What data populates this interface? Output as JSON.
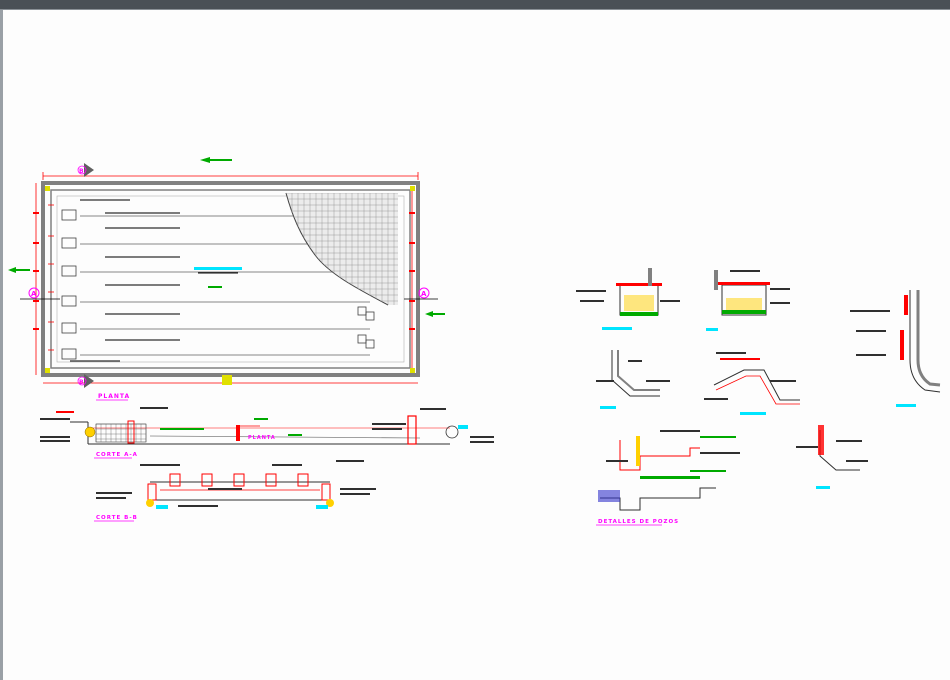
{
  "viewer": {
    "sheet_background": "#fdfdfd",
    "toolbar_color": "#4a5056"
  },
  "labels": {
    "plan": "PLANTA",
    "section_a": "CORTE A-A",
    "section_b": "CORTE B-B",
    "details": "DETALLES DE POZOS",
    "section_marker": "A",
    "section_marker_b": "B"
  },
  "colors": {
    "outline": "#808080",
    "dimension": "#ff0000",
    "text": "#000000",
    "level_marker": "#00aa00",
    "accent_cyan": "#00e5ff",
    "accent_magenta": "#ff00ff",
    "accent_blue": "#3333cc",
    "accent_yellow": "#e0e000"
  }
}
